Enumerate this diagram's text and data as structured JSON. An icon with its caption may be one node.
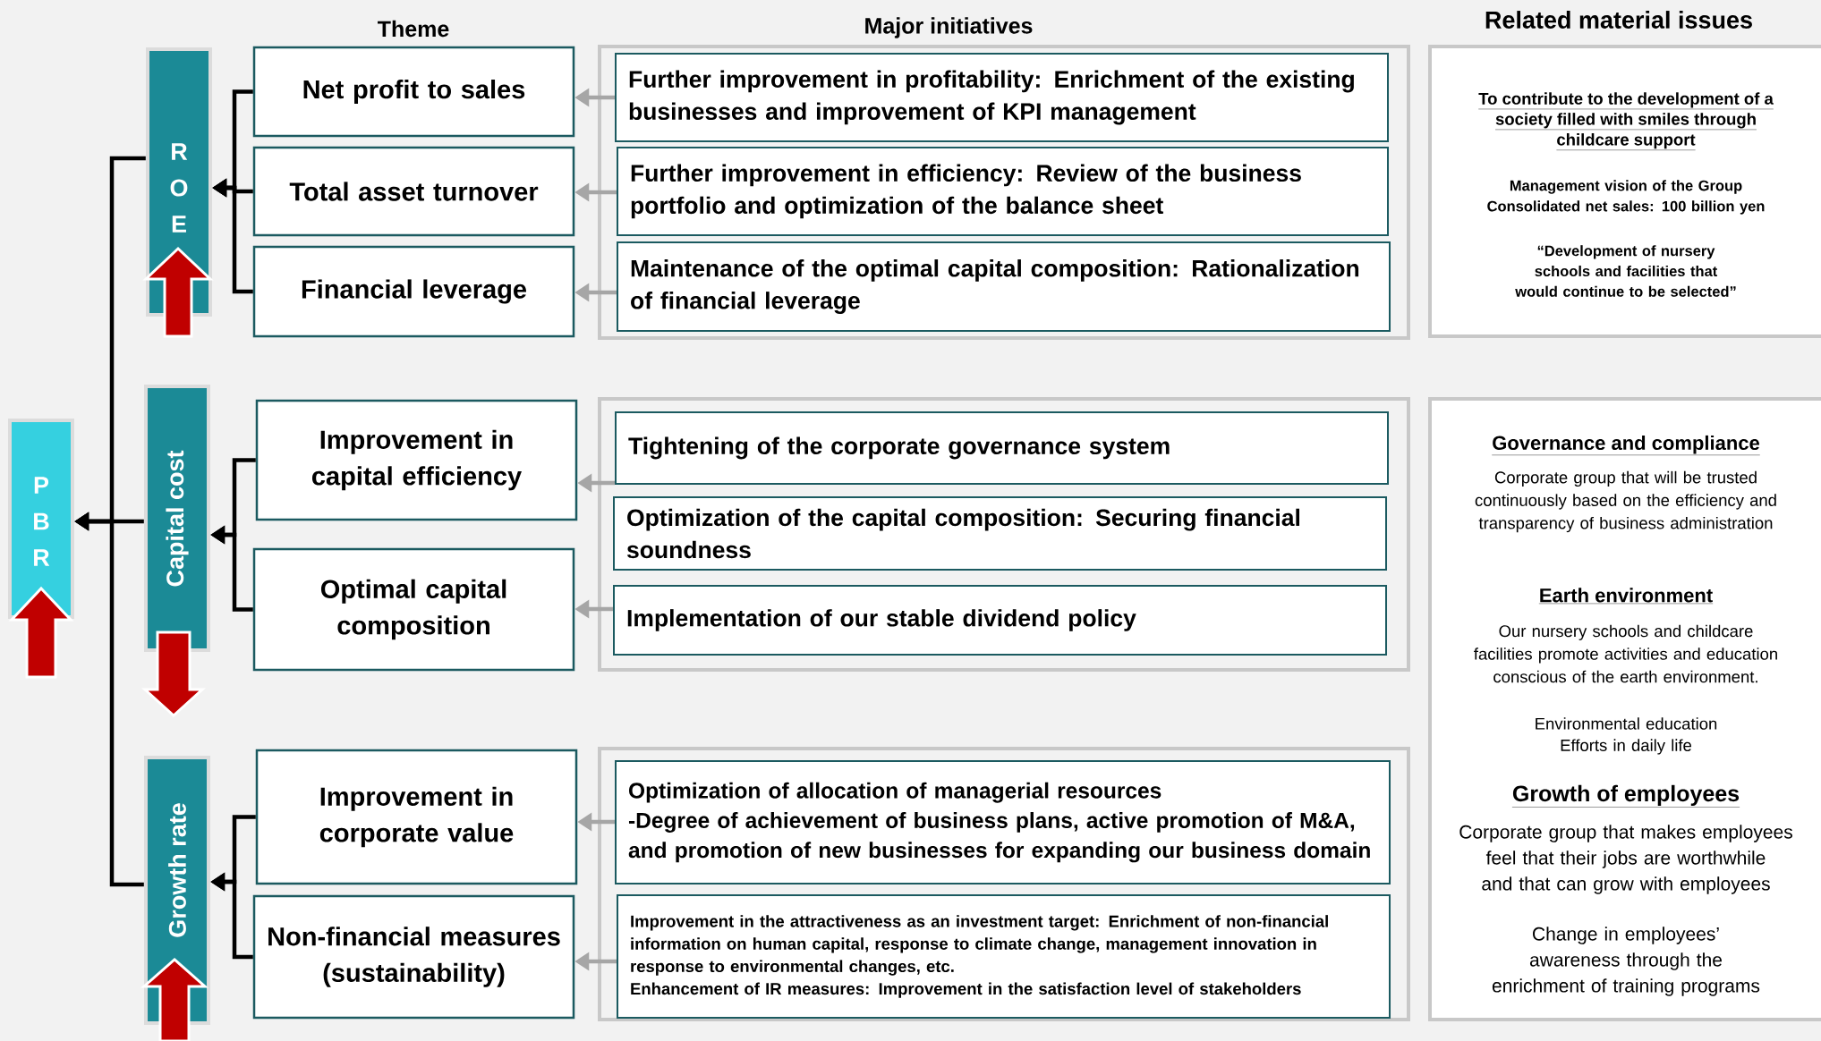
{
  "diagram": {
    "nodes": [
      {
        "text": [
          "P B R"
        ]
      },
      {
        "text": [
          "R O E"
        ]
      },
      {
        "text": [
          "Net profit to sales"
        ]
      },
      {
        "text": [
          "Total asset turnover"
        ]
      },
      {
        "text": [
          "Financial leverage"
        ]
      },
      {
        "text": [],
        "shape": "box"
      },
      {
        "text": [
          "Further improvement in profitability: Enrichment of the existing businesses and improvement of KPI management"
        ],
        "in": 5
      },
      {
        "text": [
          "Further improvement in efficiency: Review of the business portfolio and optimization of the balance sheet"
        ],
        "in": 5
      },
      {
        "text": [
          "Maintenance of the optimal capital composition: Rationalization of financial leverage"
        ],
        "in": 5
      },
      {
        "text": [
          "To contribute to the development of a society filled with smiles through childcare support",
          "Management vision of the Group",
          "Consolidated net sales: 100 billion yen",
          "“Development of nursery schools and facilities that would continue to be selected”"
        ]
      },
      {
        "text": [
          "Capital cost"
        ]
      },
      {
        "text": [
          "Improvement in capital efficiency"
        ]
      },
      {
        "text": [
          "Optimal capital composition"
        ]
      },
      {
        "text": [],
        "shape": "box"
      },
      {
        "text": [
          "Tightening of the corporate governance system"
        ],
        "in": 13
      },
      {
        "text": [
          "Optimization of the capital composition: Securing financial soundness"
        ],
        "in": 13
      },
      {
        "text": [
          "Implementation of our stable dividend policy"
        ],
        "in": 13
      },
      {
        "text": [
          "Governance and compliance",
          "Corporate group that will be trusted continuously based on the efficiency and transparency of business administration",
          "Earth environment",
          "Our nursery schools and childcare facilities promote activities and education conscious of the earth environment.",
          "Environmental education",
          "Efforts in daily life",
          "Growth of employees",
          "Corporate group that makes employees feel that their jobs are worthwhile and that can grow with employees",
          "Change in employees’ awareness through the enrichment of training programs"
        ]
      },
      {
        "text": [
          "Growth rate"
        ]
      },
      {
        "text": [
          "Improvement in corporate value"
        ]
      },
      {
        "text": [
          "Non-financial measures (sustainability)"
        ]
      },
      {
        "text": [],
        "shape": "box"
      },
      {
        "text": [
          "Optimization of allocation of managerial resources",
          "-Degree of achievement of business plans, active promotion of M&A, and promotion of new businesses for expanding our business domain"
        ],
        "in": 21
      },
      {
        "text": [
          "Improvement in the attractiveness as an investment target: Enrichment of non-financial information on human capital, response to climate change, management innovation in response to environmental changes, etc.",
          "Enhancement of IR measures: Improvement in the satisfaction level of stakeholders"
        ],
        "in": 21
      }
    ],
    "edges": [
      {
        "from": 2,
        "to": 1,
        "arrow": "to"
      },
      {
        "from": 3,
        "to": 1,
        "arrow": "to"
      },
      {
        "from": 4,
        "to": 1,
        "arrow": "to"
      },
      {
        "from": 6,
        "to": 2,
        "arrow": "to",
        "color": "#a6a6a6"
      },
      {
        "from": 7,
        "to": 3,
        "arrow": "to",
        "color": "#a6a6a6"
      },
      {
        "from": 8,
        "to": 4,
        "arrow": "to",
        "color": "#a6a6a6"
      },
      {
        "from": 11,
        "to": 10,
        "arrow": "to"
      },
      {
        "from": 12,
        "to": 10,
        "arrow": "to"
      },
      {
        "from": 14,
        "to": 11,
        "arrow": "to",
        "color": "#a6a6a6"
      },
      {
        "from": 16,
        "to": 12,
        "arrow": "to",
        "color": "#a6a6a6"
      },
      {
        "from": 19,
        "to": 18,
        "arrow": "to"
      },
      {
        "from": 20,
        "to": 18,
        "arrow": "to"
      },
      {
        "from": 22,
        "to": 19,
        "arrow": "to",
        "color": "#a6a6a6"
      },
      {
        "from": 23,
        "to": 20,
        "arrow": "to",
        "color": "#a6a6a6"
      },
      {
        "from": 1,
        "to": 0,
        "arrow": "to"
      },
      {
        "from": 10,
        "to": 0,
        "arrow": "to"
      },
      {
        "from": 18,
        "to": 0,
        "arrow": "to"
      }
    ],
    "labels": [
      "Theme",
      "Major initiatives",
      "Related material issues"
    ]
  }
}
